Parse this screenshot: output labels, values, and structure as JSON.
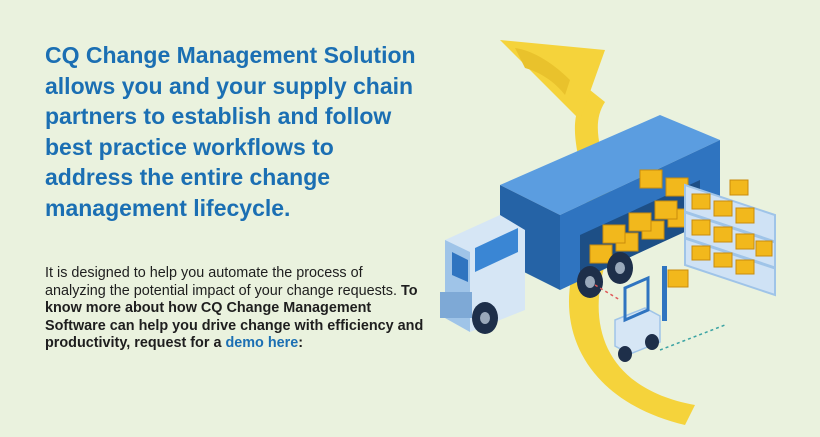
{
  "headline": "CQ Change Management Solution allows you and your supply chain partners to establish and follow best practice workflows to address the entire change management lifecycle.",
  "body": {
    "intro": "It is designed to help you automate the process of analyzing the potential impact of your change requests.",
    "cta_bold": "To know more about how CQ Change Management Software can help you drive change with efficiency and productivity, request for a",
    "link_text": "demo here",
    "trailing": ":"
  },
  "illustration": {
    "subject": "delivery-truck-with-boxes-forklift-and-shelves",
    "colors": {
      "background": "#eaf2de",
      "arrow": "#f5d33b",
      "truck_blue": "#2f74c0",
      "truck_light": "#d6e6f5",
      "box": "#f2b81c",
      "shelf": "#9fc4e8"
    }
  }
}
